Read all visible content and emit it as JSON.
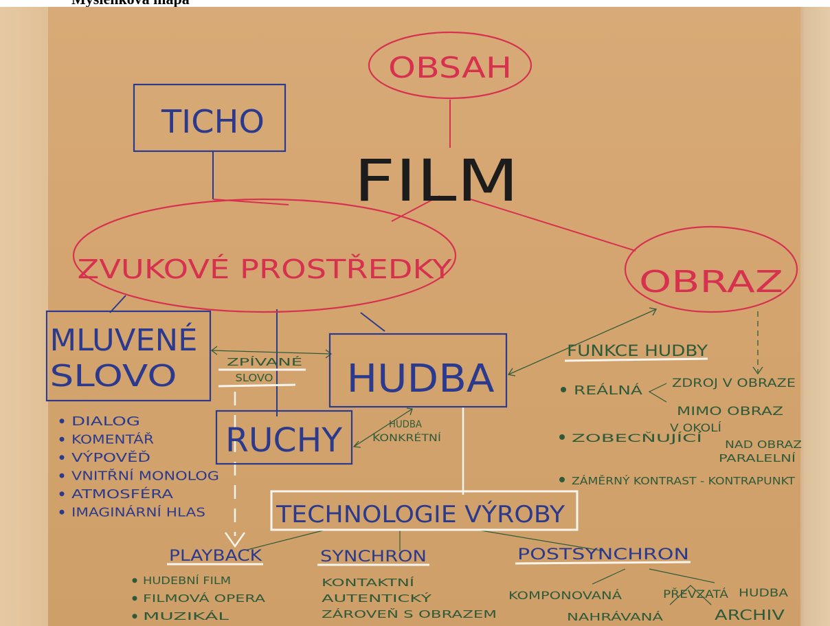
{
  "caption": "Myšlenková mapa",
  "colors": {
    "blue": "#2b3a8c",
    "red": "#d6324f",
    "black": "#1c1c1c",
    "green": "#2f5a3a",
    "white": "#f7f5ee",
    "paper": "#d4a46f"
  },
  "nodes": {
    "obsah": "OBSAH",
    "film": "FILM",
    "ticho": "TICHO",
    "zvukove": "ZVUKOVÉ PROSTŘEDKY",
    "obraz": "OBRAZ",
    "mluvene_line1": "MLUVENÉ",
    "mluvene_line2": "SLOVO",
    "hudba": "HUDBA",
    "ruchy": "RUCHY",
    "technologie": "TECHNOLOGIE VÝROBY",
    "zpivane_line1": "ZPÍVANÉ",
    "zpivane_line2": "SLOVO",
    "hudba_konkretni_line1": "HUDBA",
    "hudba_konkretni_line2": "KONKRÉTNÍ"
  },
  "mluvene_items": [
    "DIALOG",
    "KOMENTÁŘ",
    "VÝPOVĚĎ",
    "VNITŘNÍ MONOLOG",
    "ATMOSFÉRA",
    "IMAGINÁRNÍ HLAS"
  ],
  "funkce": {
    "title": "FUNKCE HUDBY",
    "realna": "REÁLNÁ",
    "zdroj": "ZDROJ V OBRAZE",
    "mimo": "MIMO OBRAZ",
    "v_okoli": "V OKOLÍ",
    "zobecnujici": "ZOBECŇUJÍCÍ",
    "nad_obraz": "NAD OBRAZ",
    "paralelni": "PARALELNÍ",
    "zamerny": "ZÁMĚRNÝ KONTRAST - KONTRAPUNKT"
  },
  "playback": {
    "title": "PLAYBACK",
    "items": [
      "HUDEBNÍ FILM",
      "FILMOVÁ OPERA",
      "MUZIKÁL"
    ]
  },
  "synchron": {
    "title": "SYNCHRON",
    "items": [
      "KONTAKTNÍ",
      "AUTENTICKÝ",
      "ZÁROVEŇ S OBRAZEM"
    ]
  },
  "postsynchron": {
    "title": "POSTSYNCHRON",
    "komponovana": "KOMPONOVANÁ",
    "prevzata": "PŘEVZATÁ",
    "hudba": "HUDBA",
    "nahravana": "NAHRÁVANÁ",
    "archiv": "ARCHIV"
  }
}
